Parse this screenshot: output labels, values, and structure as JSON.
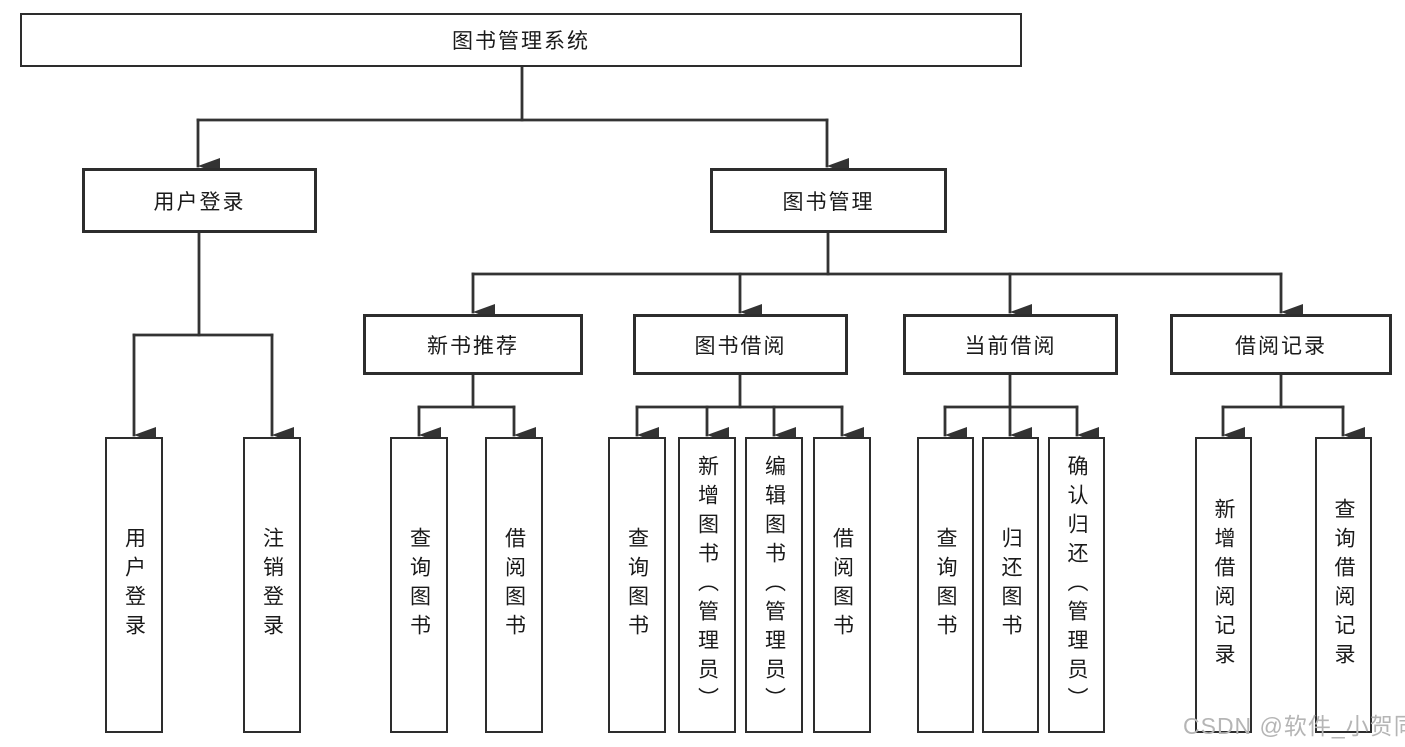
{
  "tree": {
    "root": "图书管理系统",
    "children": [
      {
        "label": "用户登录",
        "children": [
          {
            "label": "用户登录"
          },
          {
            "label": "注销登录"
          }
        ]
      },
      {
        "label": "图书管理",
        "children": [
          {
            "label": "新书推荐",
            "children": [
              {
                "label": "查询图书"
              },
              {
                "label": "借阅图书"
              }
            ]
          },
          {
            "label": "图书借阅",
            "children": [
              {
                "label": "查询图书"
              },
              {
                "label": "新增图书（管理员）"
              },
              {
                "label": "编辑图书（管理员）"
              },
              {
                "label": "借阅图书"
              }
            ]
          },
          {
            "label": "当前借阅",
            "children": [
              {
                "label": "查询图书"
              },
              {
                "label": "归还图书"
              },
              {
                "label": "确认归还（管理员）"
              }
            ]
          },
          {
            "label": "借阅记录",
            "children": [
              {
                "label": "新增借阅记录"
              },
              {
                "label": "查询借阅记录"
              }
            ]
          }
        ]
      }
    ]
  },
  "watermark": "CSDN @软件_小贺同学",
  "colors": {
    "line": "#333333",
    "box_border": "#2d2d2d",
    "text": "#1a1a1a",
    "watermark": "#b5b5b5",
    "background": "#ffffff"
  }
}
